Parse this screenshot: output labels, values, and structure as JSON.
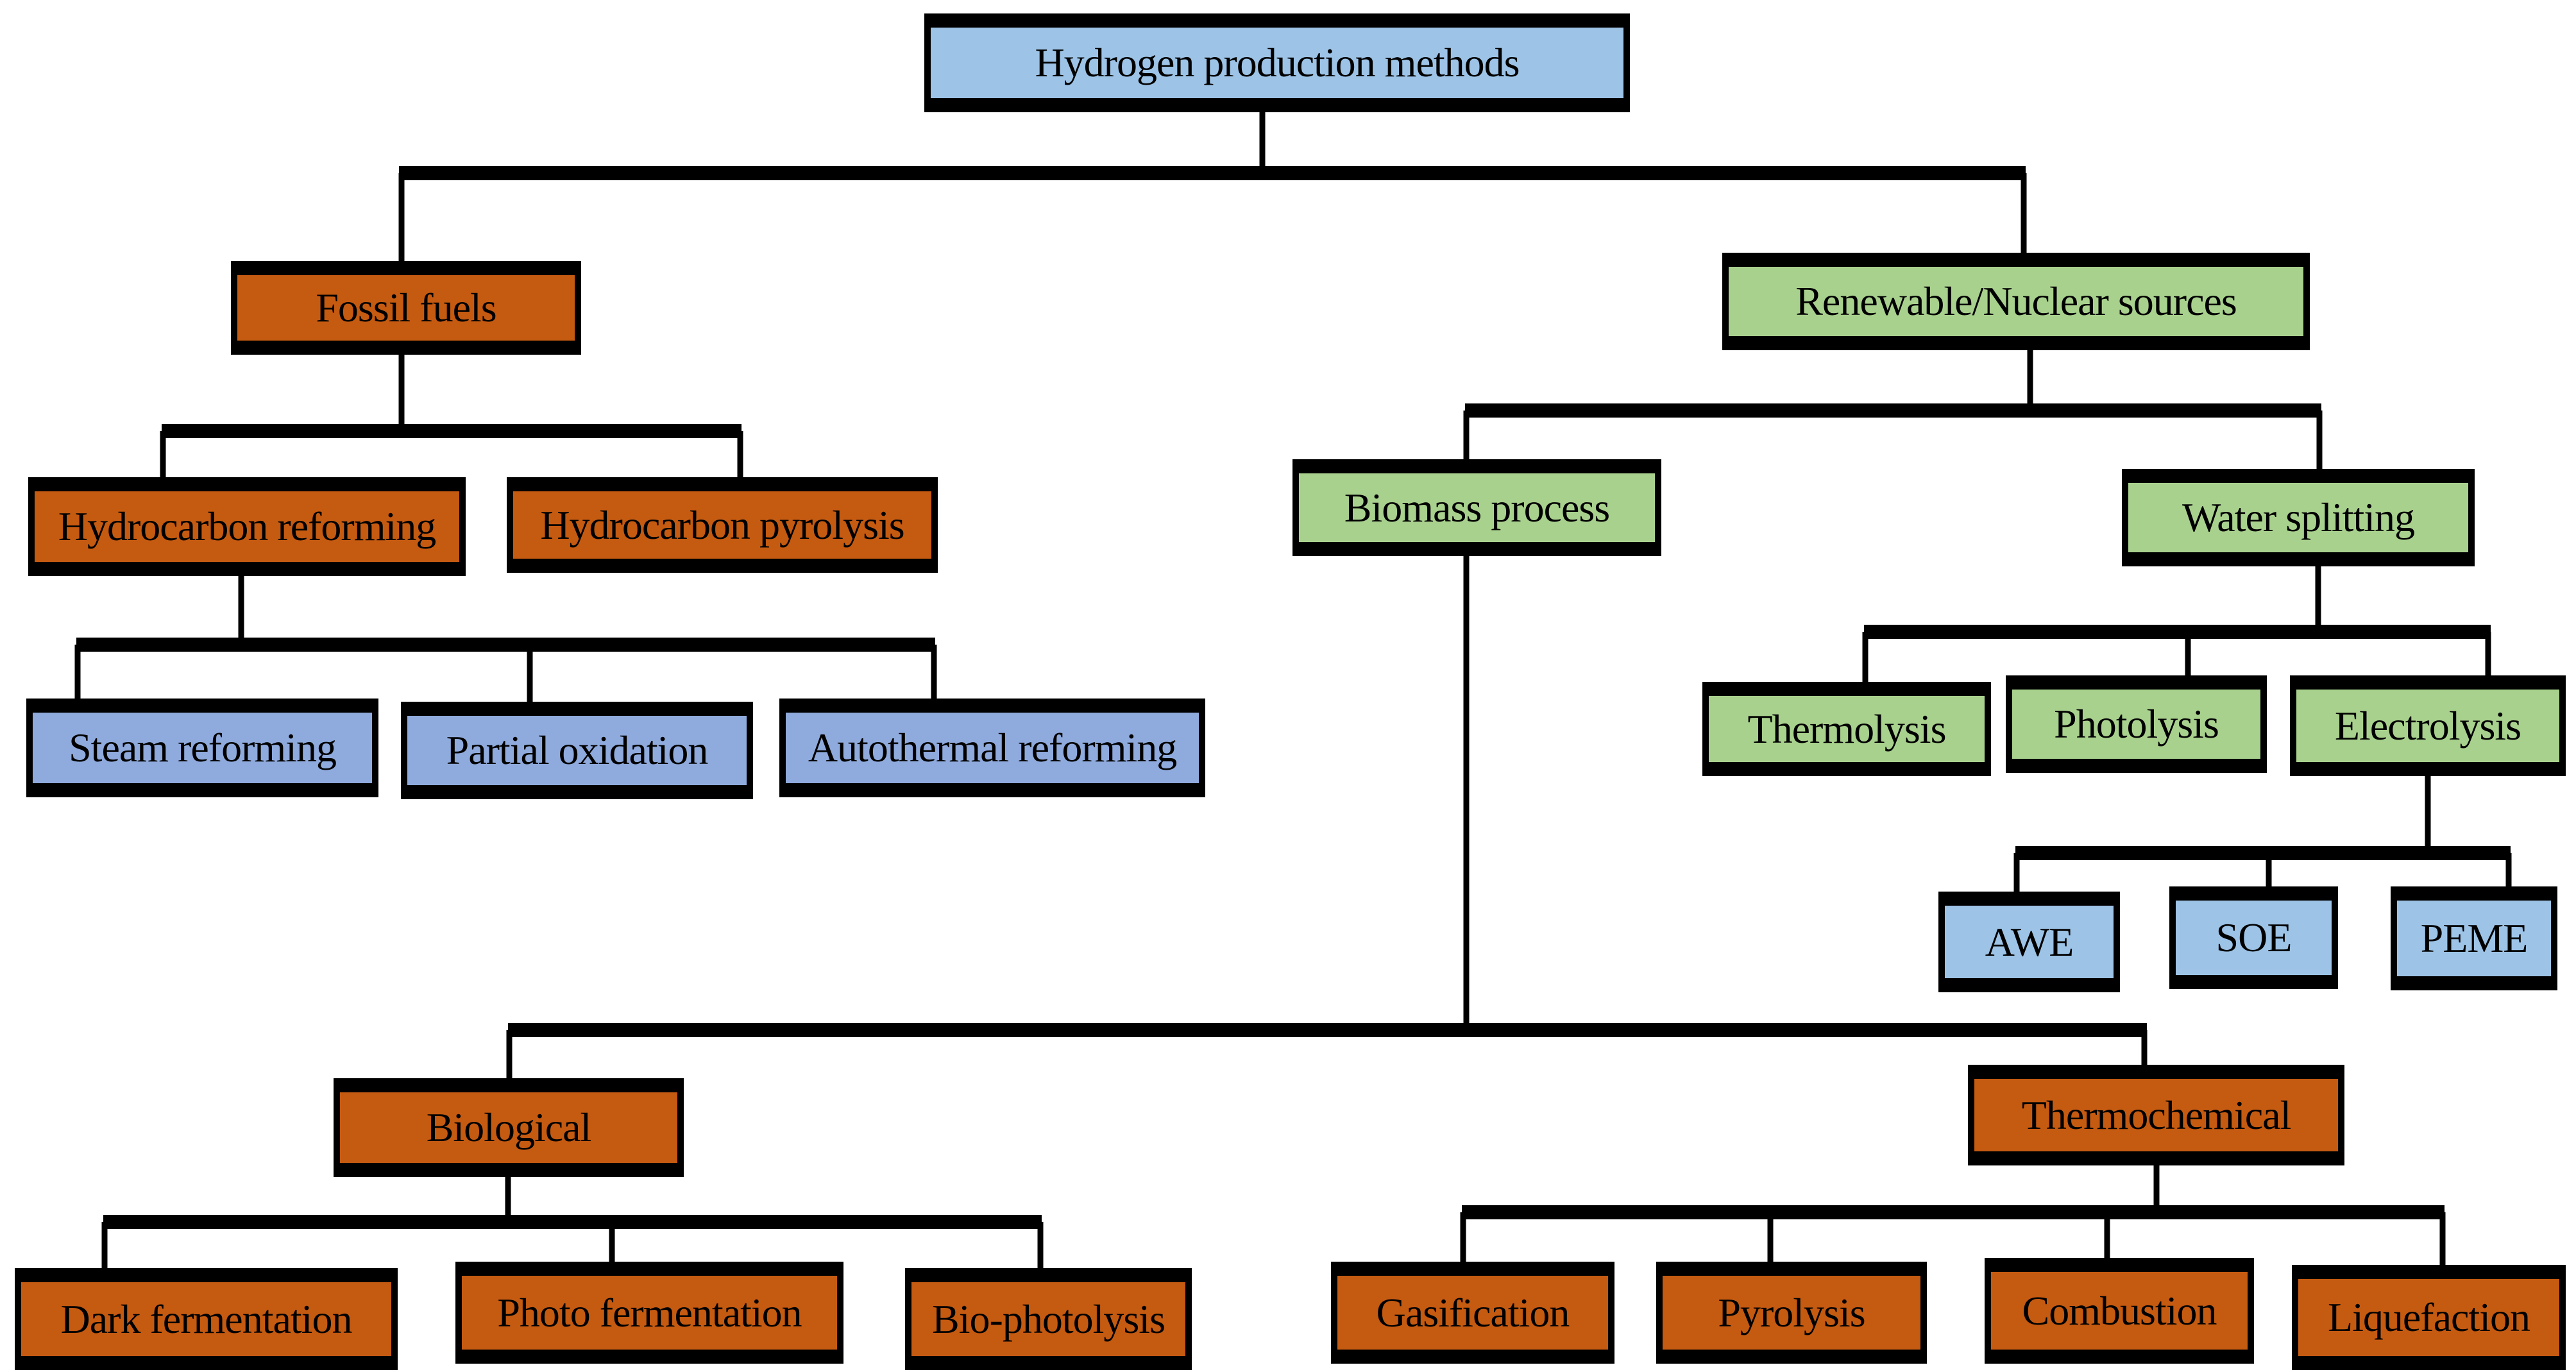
{
  "diagram": {
    "title": "Hydrogen production methods",
    "colors": {
      "fossil": "#C55A11",
      "renewable": "#A9D18E",
      "root_and_electrolysis_types": "#9DC3E6",
      "reforming_types": "#8FAADC",
      "border": "#000000"
    },
    "nodes": {
      "root": "Hydrogen production methods",
      "fossil_fuels": "Fossil fuels",
      "renewable": "Renewable/Nuclear sources",
      "hc_reforming": "Hydrocarbon reforming",
      "hc_pyrolysis": "Hydrocarbon pyrolysis",
      "steam_reforming": "Steam reforming",
      "partial_oxidation": "Partial oxidation",
      "autothermal_reforming": "Autothermal reforming",
      "biomass_process": "Biomass process",
      "water_splitting": "Water splitting",
      "thermolysis": "Thermolysis",
      "photolysis": "Photolysis",
      "electrolysis": "Electrolysis",
      "awe": "AWE",
      "soe": "SOE",
      "peme": "PEME",
      "biological": "Biological",
      "thermochemical": "Thermochemical",
      "dark_fermentation": "Dark fermentation",
      "photo_fermentation": "Photo fermentation",
      "bio_photolysis": "Bio-photolysis",
      "gasification": "Gasification",
      "pyrolysis": "Pyrolysis",
      "combustion": "Combustion",
      "liquefaction": "Liquefaction"
    },
    "edges": [
      [
        "root",
        "fossil_fuels"
      ],
      [
        "root",
        "renewable"
      ],
      [
        "fossil_fuels",
        "hc_reforming"
      ],
      [
        "fossil_fuels",
        "hc_pyrolysis"
      ],
      [
        "hc_reforming",
        "steam_reforming"
      ],
      [
        "hc_reforming",
        "partial_oxidation"
      ],
      [
        "hc_reforming",
        "autothermal_reforming"
      ],
      [
        "renewable",
        "biomass_process"
      ],
      [
        "renewable",
        "water_splitting"
      ],
      [
        "water_splitting",
        "thermolysis"
      ],
      [
        "water_splitting",
        "photolysis"
      ],
      [
        "water_splitting",
        "electrolysis"
      ],
      [
        "electrolysis",
        "awe"
      ],
      [
        "electrolysis",
        "soe"
      ],
      [
        "electrolysis",
        "peme"
      ],
      [
        "biomass_process",
        "biological"
      ],
      [
        "biomass_process",
        "thermochemical"
      ],
      [
        "biological",
        "dark_fermentation"
      ],
      [
        "biological",
        "photo_fermentation"
      ],
      [
        "biological",
        "bio_photolysis"
      ],
      [
        "thermochemical",
        "gasification"
      ],
      [
        "thermochemical",
        "pyrolysis"
      ],
      [
        "thermochemical",
        "combustion"
      ],
      [
        "thermochemical",
        "liquefaction"
      ]
    ]
  }
}
